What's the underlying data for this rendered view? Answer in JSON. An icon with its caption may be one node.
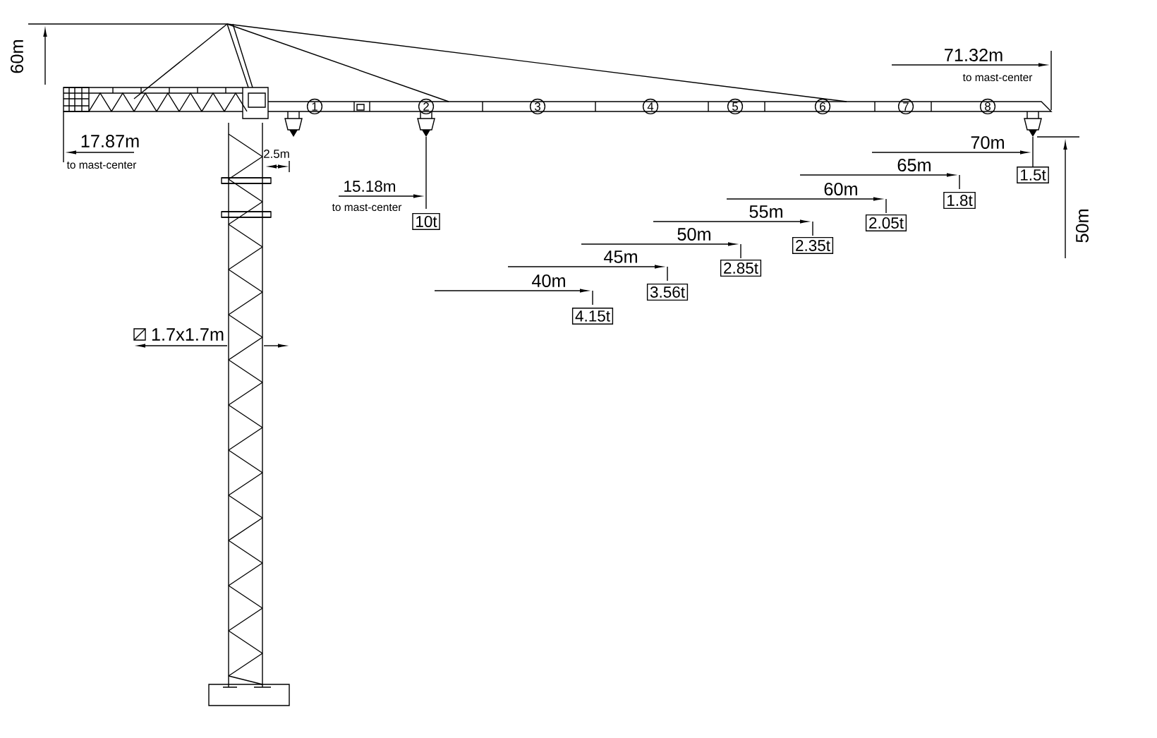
{
  "diagram": {
    "nodes": [
      {
        "text": [
          "1"
        ]
      },
      {
        "text": [
          "2"
        ]
      },
      {
        "text": [
          "3"
        ]
      },
      {
        "text": [
          "4"
        ]
      },
      {
        "text": [
          "5"
        ]
      },
      {
        "text": [
          "6"
        ]
      },
      {
        "text": [
          "7"
        ]
      },
      {
        "text": [
          "8"
        ]
      },
      {
        "text": [
          "10t"
        ]
      },
      {
        "text": [
          "4.15t"
        ]
      },
      {
        "text": [
          "3.56t"
        ]
      },
      {
        "text": [
          "2.85t"
        ]
      },
      {
        "text": [
          "2.35t"
        ]
      },
      {
        "text": [
          "2.05t"
        ]
      },
      {
        "text": [
          "1.8t"
        ]
      },
      {
        "text": [
          "1.5t"
        ]
      }
    ],
    "edges": [],
    "labels": [
      "60m",
      "17.87m",
      "to mast-center",
      "2.5m",
      "15.18m",
      "to mast-center",
      "71.32m",
      "to mast-center",
      "70m",
      "65m",
      "60m",
      "55m",
      "50m",
      "45m",
      "40m",
      "1.7x1.7m",
      "50m"
    ]
  }
}
